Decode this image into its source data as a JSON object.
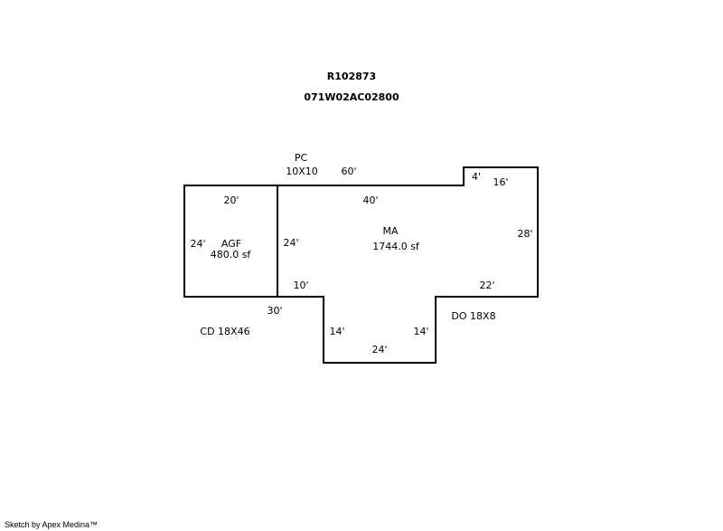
{
  "header": {
    "account": "R102873",
    "parcel": "071W02AC02800"
  },
  "areas": {
    "pc": {
      "code": "PC",
      "size": "10X10"
    },
    "agf": {
      "code": "AGF",
      "area": "480.0 sf"
    },
    "ma": {
      "code": "MA",
      "area": "1744.0 sf"
    },
    "cd": {
      "label": "CD 18X46"
    },
    "do": {
      "label": "DO 18X8"
    }
  },
  "dimensions": {
    "top_60": "60'",
    "top_40": "40'",
    "agf_top": "20'",
    "agf_left": "24'",
    "agf_right": "24'",
    "notch_4": "4'",
    "notch_16": "16'",
    "right_28": "28'",
    "step_10": "10'",
    "step_22": "22'",
    "bottom_30": "30'",
    "bump_left": "14'",
    "bump_right": "14'",
    "bump_bottom": "24'"
  },
  "footer": {
    "credit": "Sketch by Apex Medina™"
  }
}
